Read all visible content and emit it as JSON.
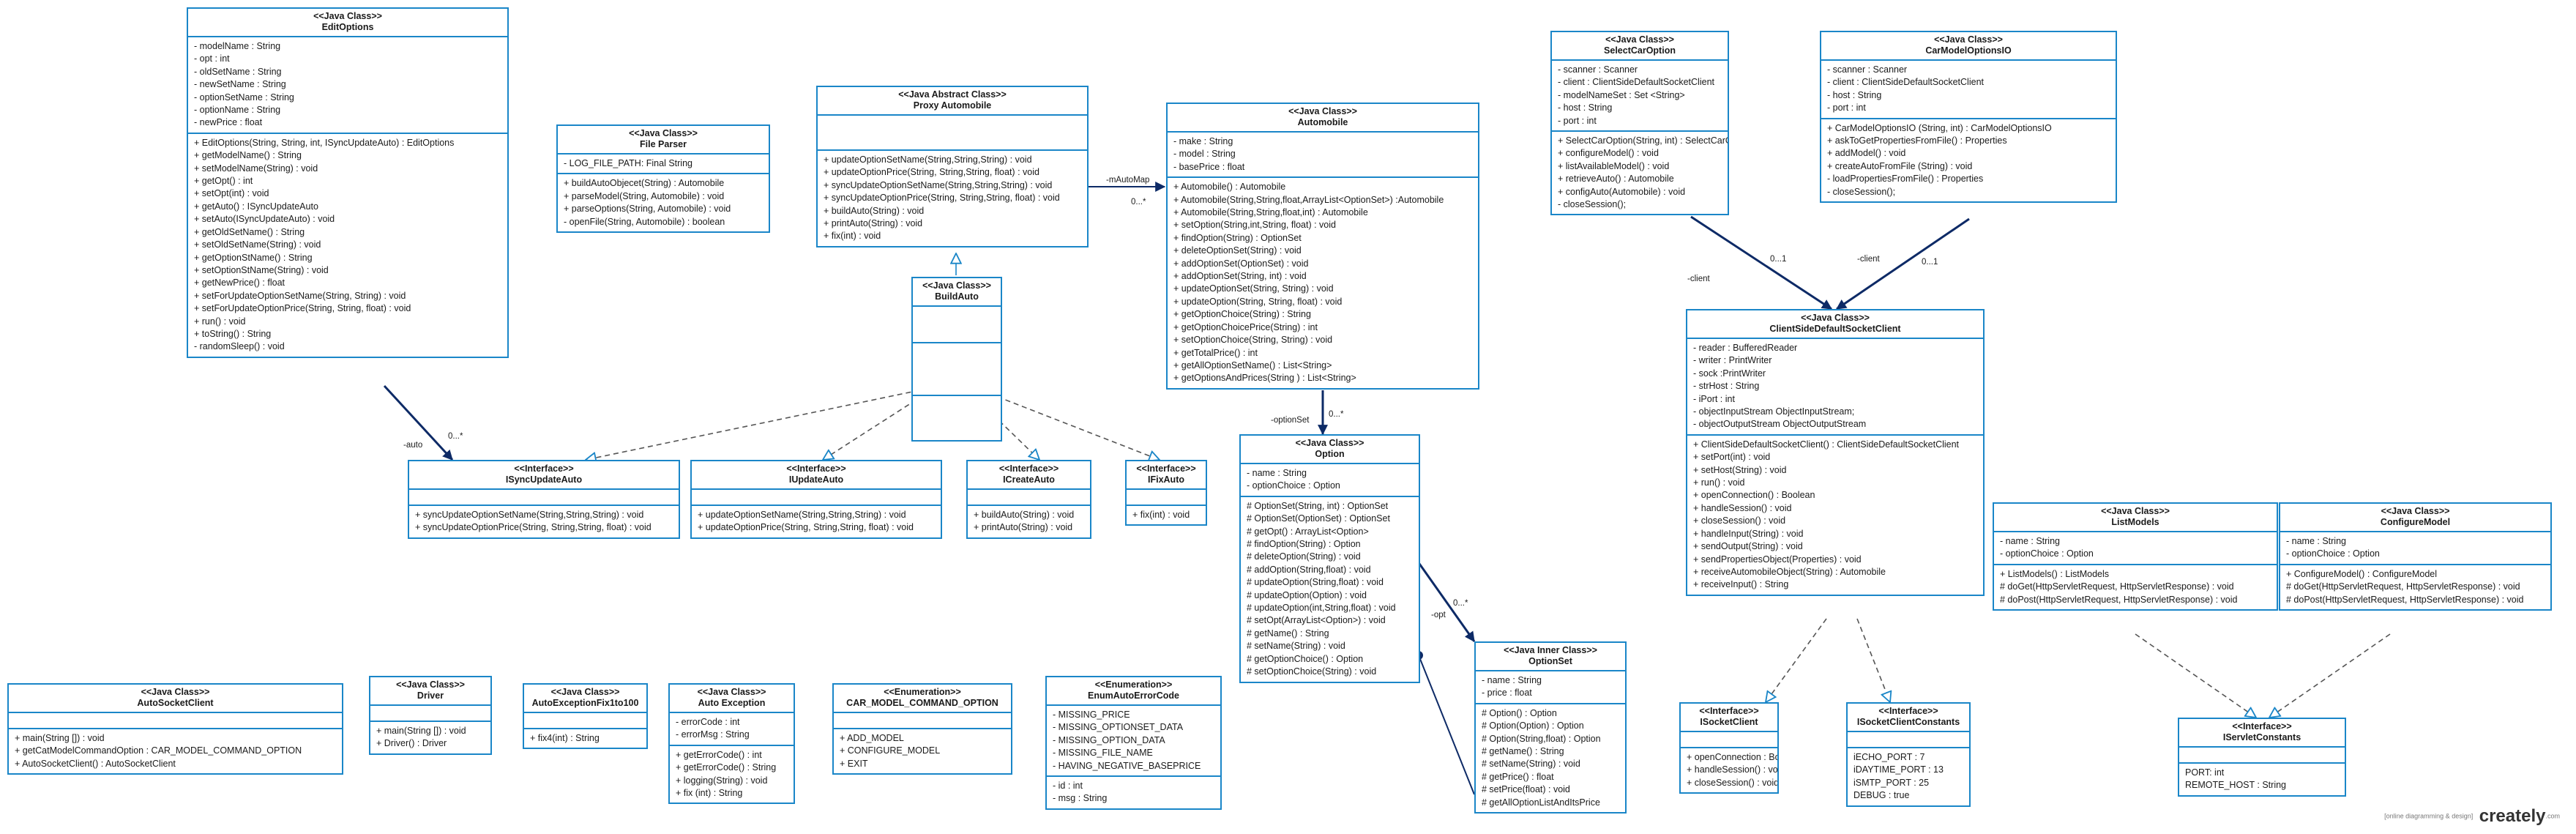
{
  "classes": [
    {
      "id": "EditOptions",
      "stereo": "<<Java Class>>",
      "name": "EditOptions",
      "attrs": [
        "- modelName : String",
        "- opt : int",
        "- oldSetName : String",
        "- newSetName : String",
        "- optionSetName : String",
        "- optionName : String",
        "- newPrice : float"
      ],
      "ops": [
        "+ EditOptions(String, String, int, ISyncUpdateAuto) : EditOptions",
        "+ getModelName() : String",
        "+ setModelName(String) : void",
        "+ getOpt() : int",
        "+ setOpt(int) : void",
        "+ getAuto() : ISyncUpdateAuto",
        "+ setAuto(ISyncUpdateAuto) : void",
        "+ getOldSetName() : String",
        "+ setOldSetName(String) : void",
        "+ getOptionStName() : String",
        "+ setOptionStName(String) : void",
        "+ getNewPrice() : float",
        "+ setForUpdateOptionSetName(String, String) : void",
        "+ setForUpdateOptionPrice(String, String, float) : void",
        "+ run() : void",
        "+ toString() : String",
        "- randomSleep() : void"
      ]
    },
    {
      "id": "FileParser",
      "stereo": "<<Java Class>>",
      "name": "File Parser",
      "attrs": [
        "- LOG_FILE_PATH: Final String"
      ],
      "ops": [
        "+ buildAutoObjecet(String) : Automobile",
        "+ parseModel(String, Automobile) : void",
        "+ parseOptions(String, Automobile) : void",
        "- openFile(String, Automobile) : boolean"
      ]
    },
    {
      "id": "ProxyAutomobile",
      "stereo": "<<Java Abstract Class>>",
      "name": "Proxy Automobile",
      "attrs": [],
      "ops": [
        "+ updateOptionSetName(String,String,String) : void",
        "+ updateOptionPrice(String, String,String, float) : void",
        "+ syncUpdateOptionSetName(String,String,String) : void",
        "+ syncUpdateOptionPrice(String, String,String, float) : void",
        "+ buildAuto(String) : void",
        "+ printAuto(String) : void",
        "+ fix(int) : void"
      ]
    },
    {
      "id": "BuildAuto",
      "stereo": "<<Java Class>>",
      "name": "BuildAuto",
      "attrs": [],
      "ops": []
    },
    {
      "id": "Automobile",
      "stereo": "<<Java Class>>",
      "name": "Automobile",
      "attrs": [
        "- make : String",
        "- model : String",
        "- basePrice : float"
      ],
      "ops": [
        "+ Automobile() : Automobile",
        "+ Automobile(String,String,float,ArrayList<OptionSet>) :Automobile",
        "+ Automobile(String,String,float,int) : Automobile",
        "+ setOption(String,int,String, float) : void",
        "+ findOption(String) : OptionSet",
        "+ deleteOptionSet(String) : void",
        "+ addOptionSet(OptionSet) : void",
        "+ addOptionSet(String, int) : void",
        "+ updateOptionSet(String, String) : void",
        "+ updateOption(String, String, float) : void",
        "+ getOptionChoice(String) : String",
        "+ getOptionChoicePrice(String) : int",
        "+ setOptionChoice(String, String) : void",
        "+ getTotalPrice() : int",
        "+ getAllOptionSetName() : List<String>",
        "+ getOptionsAndPrices(String ) : List<String>"
      ]
    },
    {
      "id": "SelectCarOption",
      "stereo": "<<Java Class>>",
      "name": "SelectCarOption",
      "attrs": [
        "- scanner : Scanner",
        "- client : ClientSideDefaultSocketClient",
        "- modelNameSet : Set <String>",
        "- host : String",
        "- port : int"
      ],
      "ops": [
        "+ SelectCarOption(String, int) : SelectCarOption",
        "+ configureModel() : void",
        "+ listAvailableModel() : void",
        "+ retrieveAuto() : Automobile",
        "+ configAuto(Automobile) : void",
        "- closeSession();"
      ]
    },
    {
      "id": "CarModelOptionsIO",
      "stereo": "<<Java Class>>",
      "name": "CarModelOptionsIO",
      "attrs": [
        "- scanner : Scanner",
        "- client : ClientSideDefaultSocketClient",
        "- host : String",
        "- port : int"
      ],
      "ops": [
        "+ CarModelOptionsIO (String, int) : CarModelOptionsIO",
        "+ askToGetPropertiesFromFile() : Properties",
        "+ addModel() : void",
        "+ createAutoFromFile (String) : void",
        "- loadPropertiesFromFile() : Properties",
        "- closeSession();"
      ]
    },
    {
      "id": "ClientSide",
      "stereo": "<<Java Class>>",
      "name": "ClientSideDefaultSocketClient",
      "attrs": [
        "- reader : BufferedReader",
        "- writer : PrintWriter",
        "- sock :PrintWriter",
        "- strHost : String",
        "- iPort : int",
        "- objectInputStream ObjectInputStream;",
        "- objectOutputStream ObjectOutputStream"
      ],
      "ops": [
        "+ ClientSideDefaultSocketClient() : ClientSideDefaultSocketClient",
        "+ setPort(int) : void",
        "+ setHost(String) : void",
        "+ run() : void",
        "+ openConnection() : Boolean",
        "+ handleSession() : void",
        "+ closeSession() : void",
        "+ handleInput(String) : void",
        "+ sendOutput(String) : void",
        "+ sendPropertiesObject(Properties) : void",
        "+ receiveAutomobileObject(String) : Automobile",
        "+ receiveInput() : String"
      ]
    },
    {
      "id": "ISyncUpdateAuto",
      "stereo": "<<Interface>>",
      "name": "ISyncUpdateAuto",
      "attrs": [],
      "ops": [
        "+ syncUpdateOptionSetName(String,String,String) : void",
        "+ syncUpdateOptionPrice(String, String,String, float) : void"
      ]
    },
    {
      "id": "IUpdateAuto",
      "stereo": "<<Interface>>",
      "name": "IUpdateAuto",
      "attrs": [],
      "ops": [
        "+ updateOptionSetName(String,String,String) : void",
        "+ updateOptionPrice(String, String,String, float) : void"
      ]
    },
    {
      "id": "ICreateAuto",
      "stereo": "<<Interface>>",
      "name": "ICreateAuto",
      "attrs": [],
      "ops": [
        "+ buildAuto(String) : void",
        "+ printAuto(String) : void"
      ]
    },
    {
      "id": "IFixAuto",
      "stereo": "<<Interface>>",
      "name": "IFixAuto",
      "attrs": [],
      "ops": [
        "+ fix(int) : void"
      ]
    },
    {
      "id": "Option",
      "stereo": "<<Java Class>>",
      "name": "Option",
      "attrs": [
        "- name : String",
        "- optionChoice : Option"
      ],
      "ops": [
        "# OptionSet(String, int) : OptionSet",
        "# OptionSet(OptionSet) : OptionSet",
        "# getOpt() : ArrayList<Option>",
        "# findOption(String) : Option",
        "# deleteOption(String) : void",
        "# addOption(String,float) : void",
        "# updateOption(String,float) : void",
        "# updateOption(Option) : void",
        "# updateOption(int,String,float) : void",
        "# setOpt(ArrayList<Option>) : void",
        "# getName() : String",
        "# setName(String) : void",
        "# getOptionChoice() : Option",
        "# setOptionChoice(String) : void"
      ]
    },
    {
      "id": "OptionSet",
      "stereo": "<<Java Inner Class>>",
      "name": "OptionSet",
      "attrs": [
        "- name : String",
        "- price : float"
      ],
      "ops": [
        "# Option() : Option",
        "# Option(Option) : Option",
        "# Option(String,float) : Option",
        "# getName() : String",
        "# setName(String) : void",
        "# getPrice() : float",
        "# setPrice(float) : void",
        "# getAllOptionListAndItsPrice"
      ]
    },
    {
      "id": "ListModels",
      "stereo": "<<Java Class>>",
      "name": "ListModels",
      "attrs": [
        "- name : String",
        "- optionChoice : Option"
      ],
      "ops": [
        "+ ListModels() : ListModels",
        "# doGet(HttpServletRequest, HttpServletResponse) : void",
        "# doPost(HttpServletRequest, HttpServletResponse) : void"
      ]
    },
    {
      "id": "ConfigureModel",
      "stereo": "<<Java Class>>",
      "name": "ConfigureModel",
      "attrs": [
        "- name : String",
        "- optionChoice : Option"
      ],
      "ops": [
        "+ ConfigureModel() : ConfigureModel",
        "# doGet(HttpServletRequest, HttpServletResponse) : void",
        "# doPost(HttpServletRequest, HttpServletResponse) : void"
      ]
    },
    {
      "id": "ISocketClient",
      "stereo": "<<Interface>>",
      "name": "ISocketClient",
      "attrs": [],
      "ops": [
        "+ openConnection : Boolean",
        "+ handleSession() : void",
        "+ closeSession() : void"
      ]
    },
    {
      "id": "ISocketClientConstants",
      "stereo": "<<Interface>>",
      "name": "ISocketClientConstants",
      "attrs": [],
      "ops": [
        "iECHO_PORT : 7",
        "iDAYTIME_PORT : 13",
        "iSMTP_PORT : 25",
        "DEBUG : true"
      ]
    },
    {
      "id": "IServletConstants",
      "stereo": "<<Interface>>",
      "name": "IServletConstants",
      "attrs": [],
      "ops": [
        "PORT: int",
        "REMOTE_HOST : String"
      ]
    },
    {
      "id": "AutoSocketClient",
      "stereo": "<<Java Class>>",
      "name": "AutoSocketClient",
      "attrs": [],
      "ops": [
        "+ main(String []) : void",
        "+ getCatModelCommandOption : CAR_MODEL_COMMAND_OPTION",
        "+ AutoSocketClient() : AutoSocketClient"
      ]
    },
    {
      "id": "Driver",
      "stereo": "<<Java Class>>",
      "name": "Driver",
      "attrs": [],
      "ops": [
        "+ main(String []) : void",
        "+ Driver() : Driver"
      ]
    },
    {
      "id": "AutoExceptionFix",
      "stereo": "<<Java Class>>",
      "name": "AutoExceptionFix1to100",
      "attrs": [],
      "ops": [
        "+ fix4(int) : String"
      ]
    },
    {
      "id": "AutoException",
      "stereo": "<<Java Class>>",
      "name": "Auto Exception",
      "attrs": [
        "- errorCode : int",
        "- errorMsg : String"
      ],
      "ops": [
        "+ getErrorCode() : int",
        "+ getErrorCode() : String",
        "+ logging(String) : void",
        "+ fix (int) : String"
      ]
    },
    {
      "id": "CarModelCommandOption",
      "stereo": "<<Enumeration>>",
      "name": "CAR_MODEL_COMMAND_OPTION",
      "attrs": [],
      "ops": [
        "+ ADD_MODEL",
        "+ CONFIGURE_MODEL",
        "+ EXIT"
      ]
    },
    {
      "id": "EnumAutoErrorCode",
      "stereo": "<<Enumeration>>",
      "name": "EnumAutoErrorCode",
      "attrs": [
        "- MISSING_PRICE",
        "- MISSING_OPTIONSET_DATA",
        "- MISSING_OPTION_DATA",
        "- MISSING_FILE_NAME",
        "- HAVING_NEGATIVE_BASEPRICE"
      ],
      "ops": [
        "- id : int",
        "- msg : String"
      ]
    }
  ],
  "edge_labels": [
    {
      "id": "l-auto",
      "text": "-auto"
    },
    {
      "id": "l-auto-mult",
      "text": "0...*"
    },
    {
      "id": "l-automob",
      "text": "-mAutoMap"
    },
    {
      "id": "l-automob-mult",
      "text": "0...*"
    },
    {
      "id": "l-optset",
      "text": "-optionSet"
    },
    {
      "id": "l-optset-mult",
      "text": "0...*"
    },
    {
      "id": "l-opt",
      "text": "-opt"
    },
    {
      "id": "l-opt-mult",
      "text": "0...*"
    },
    {
      "id": "l-client1",
      "text": "-client"
    },
    {
      "id": "l-client1-mult",
      "text": "0...1"
    },
    {
      "id": "l-client2",
      "text": "-client"
    },
    {
      "id": "l-client2-mult",
      "text": "0...1"
    }
  ],
  "brand": {
    "tagline": "[online diagramming & design]",
    "logo": "creately",
    "suffix": ".com"
  },
  "colors": {
    "border": "#1a86c8",
    "edge": "#0d2a66",
    "dashed": "#555555"
  }
}
